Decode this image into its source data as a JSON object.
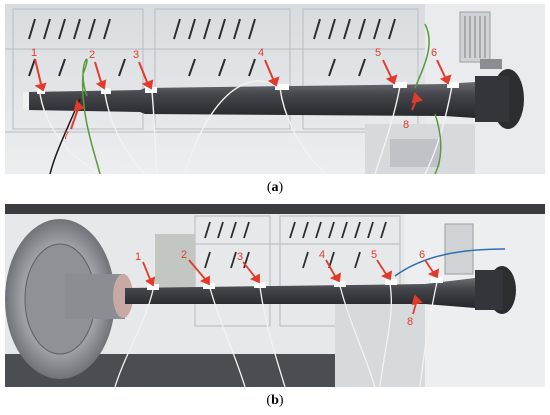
{
  "figure": {
    "panel_a": {
      "caption_open": "(",
      "caption_letter": "a",
      "caption_close": ")",
      "markers": [
        "1",
        "2",
        "3",
        "4",
        "5",
        "6",
        "7",
        "8"
      ]
    },
    "panel_b": {
      "caption_open": "(",
      "caption_letter": "b",
      "caption_close": ")",
      "markers": [
        "1",
        "2",
        "3",
        "4",
        "5",
        "6",
        "8"
      ]
    },
    "colors": {
      "shaft": "#3e3f44",
      "marker": "#e23b2b",
      "wire": "#f2f2f2",
      "wire_green": "#5a9a3a",
      "wire_blue": "#2f6fb3"
    }
  }
}
